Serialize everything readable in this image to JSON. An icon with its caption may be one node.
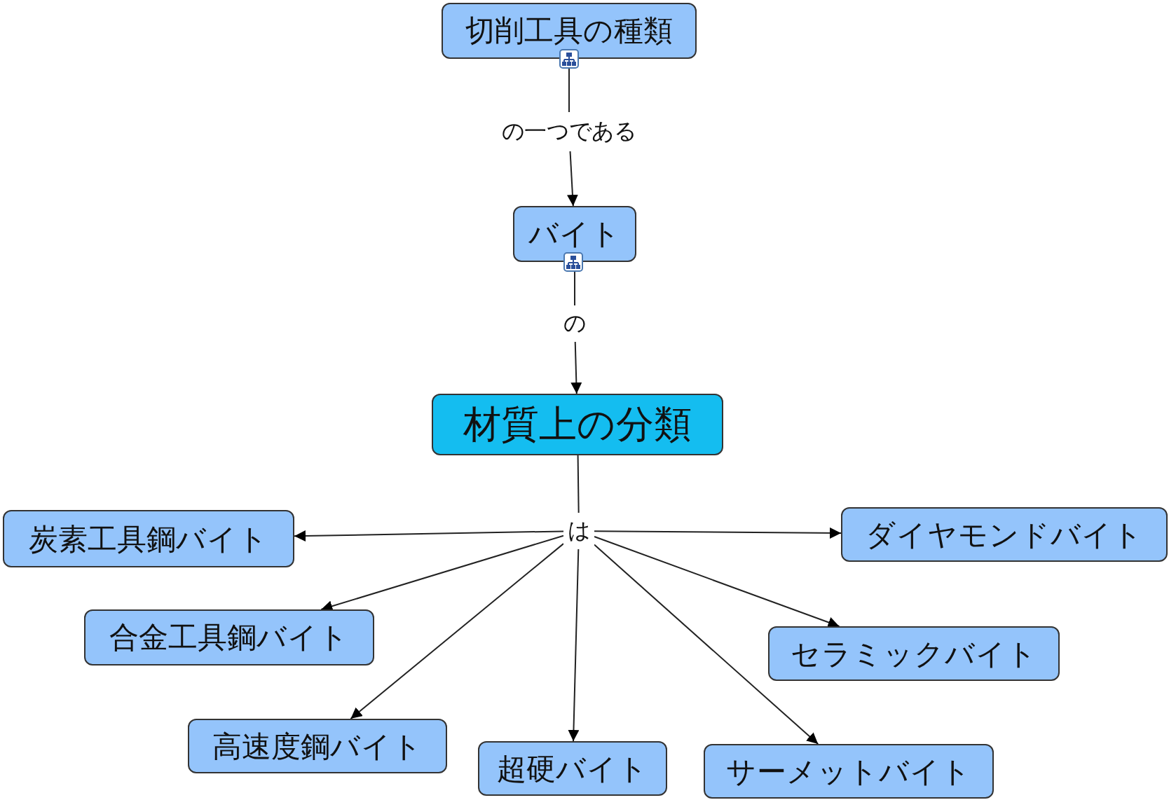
{
  "diagram": {
    "nodes": [
      {
        "text": [
          "切削工具の種類"
        ]
      },
      {
        "text": [
          "の一つである"
        ]
      },
      {
        "text": [
          "バイト"
        ]
      },
      {
        "text": [
          "の"
        ]
      },
      {
        "text": [
          "材質上の分類"
        ]
      },
      {
        "text": [
          "は"
        ]
      },
      {
        "text": [
          "炭素工具鋼バイト"
        ]
      },
      {
        "text": [
          "ダイヤモンドバイト"
        ]
      },
      {
        "text": [
          "合金工具鋼バイト"
        ]
      },
      {
        "text": [
          "セラミックバイト"
        ]
      },
      {
        "text": [
          "高速度鋼バイト"
        ]
      },
      {
        "text": [
          "超硬バイト"
        ]
      },
      {
        "text": [
          "サーメットバイト"
        ]
      }
    ],
    "edges": [
      {
        "from": 0,
        "to": 1,
        "arrow": "none"
      },
      {
        "from": 1,
        "to": 2,
        "arrow": "to"
      },
      {
        "from": 2,
        "to": 3,
        "arrow": "none"
      },
      {
        "from": 3,
        "to": 4,
        "arrow": "to"
      },
      {
        "from": 4,
        "to": 5,
        "arrow": "none"
      },
      {
        "from": 5,
        "to": 6,
        "arrow": "to"
      },
      {
        "from": 5,
        "to": 7,
        "arrow": "to"
      },
      {
        "from": 5,
        "to": 8,
        "arrow": "to"
      },
      {
        "from": 5,
        "to": 9,
        "arrow": "to"
      },
      {
        "from": 5,
        "to": 10,
        "arrow": "to"
      },
      {
        "from": 5,
        "to": 11,
        "arrow": "to"
      },
      {
        "from": 5,
        "to": 12,
        "arrow": "to"
      }
    ]
  }
}
